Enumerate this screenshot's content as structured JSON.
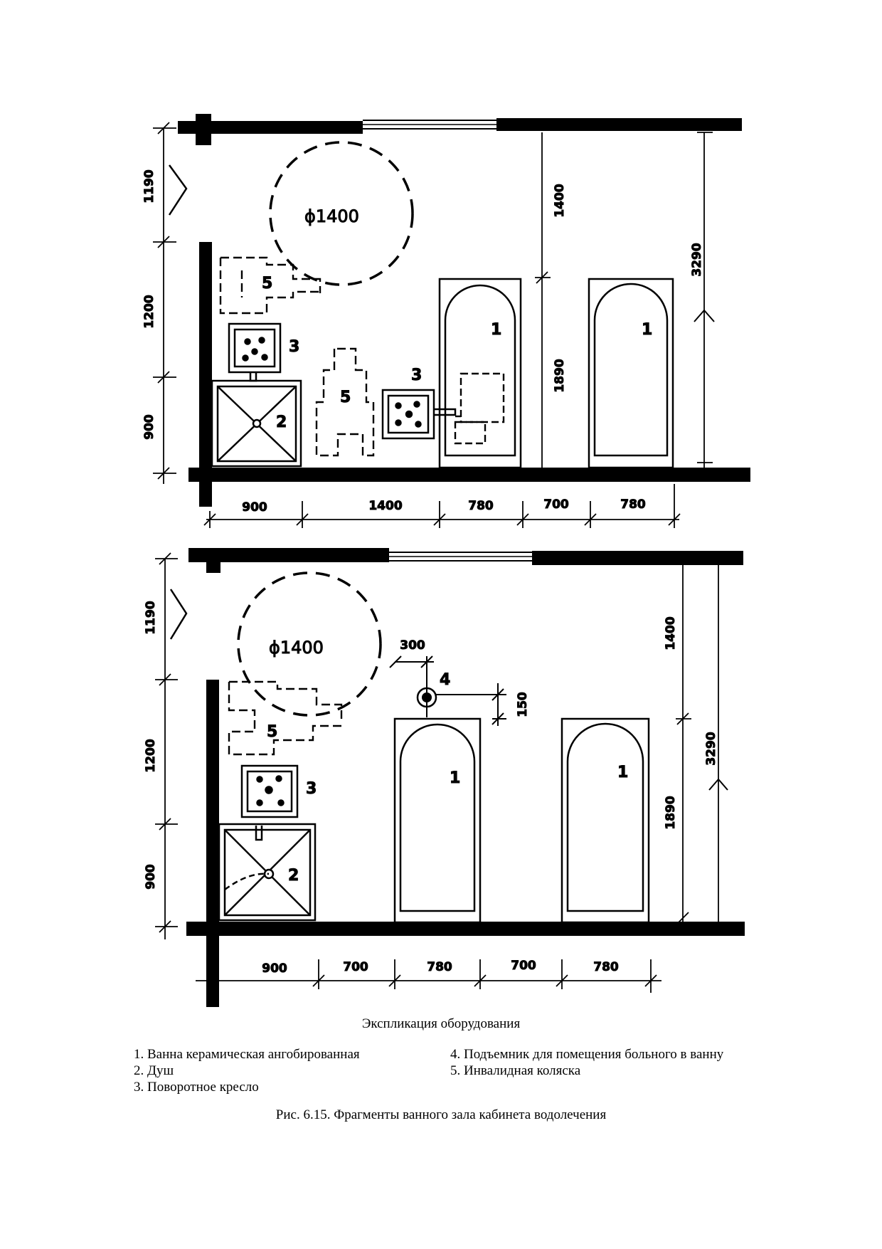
{
  "plan_top": {
    "dims_left": [
      "1190",
      "1200",
      "900"
    ],
    "dims_bottom": [
      "900",
      "1400",
      "780",
      "700",
      "780"
    ],
    "dims_right_inner": [
      "1400",
      "1890"
    ],
    "dim_right_total": "3290",
    "circle_label": "ϕ1400",
    "item_labels": [
      "5",
      "3",
      "2",
      "5",
      "3",
      "1",
      "1"
    ]
  },
  "plan_bottom": {
    "dims_left": [
      "1190",
      "1200",
      "900"
    ],
    "dims_bottom": [
      "900",
      "700",
      "780",
      "700",
      "780"
    ],
    "dims_right_inner": [
      "1400",
      "1890"
    ],
    "dim_right_total": "3290",
    "dim_lift_h": "300",
    "dim_lift_v": "150",
    "circle_label": "ϕ1400",
    "item_labels": [
      "4",
      "5",
      "3",
      "2",
      "1",
      "1"
    ]
  },
  "legend": {
    "title": "Экспликация оборудования",
    "left": [
      "1. Ванна керамическая ангобированная",
      "2. Душ",
      "3. Поворотное кресло"
    ],
    "right": [
      "4. Подъемник для помещения больного в ванну",
      "5. Инвалидная коляска"
    ]
  },
  "caption": "Рис. 6.15. Фрагменты ванного зала кабинета водолечения"
}
